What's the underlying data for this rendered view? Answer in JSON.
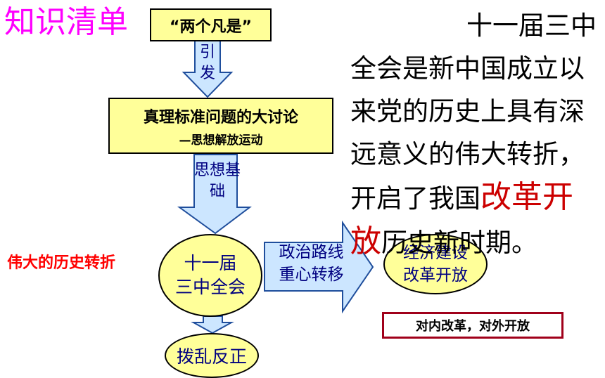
{
  "title": "知识清单",
  "boxes": {
    "two_whatevers": "“两个凡是”",
    "truth_line1": "真理标准问题的大讨论",
    "truth_line2": "—思想解放运动"
  },
  "arrows": {
    "yinfa": "引发",
    "sixiang": "思想基础",
    "zhengzhi_line1": "政治路线",
    "zhengzhi_line2": "重心转移"
  },
  "ellipses": {
    "plenum_line1": "十一届",
    "plenum_line2": "三中全会",
    "econ_line1": "经济建设",
    "econ_line2": "改革开放",
    "bluan": "拨乱反正"
  },
  "left_label": "伟大的历史转折",
  "red_box": "对内改革，对外开放",
  "right_text": {
    "line1": "十一届三中",
    "line2": "全会是新中国成立以",
    "line3": "来党的历史上具有深",
    "line4": "远意义的伟大转折，",
    "line5_prefix": "开启了我国",
    "line5_highlight": "改革开",
    "line6_highlight": "放",
    "line6_suffix": "历史新时期。"
  }
}
